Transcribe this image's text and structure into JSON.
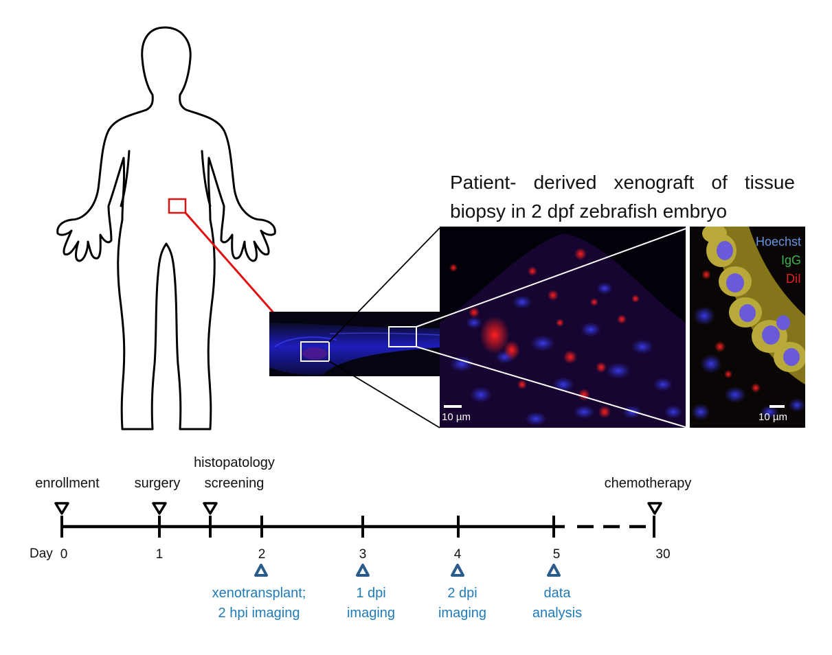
{
  "title": "Patient- derived xenograft of tissue biopsy in 2 dpf zebrafish embryo",
  "colors": {
    "timeline": "#000000",
    "event_marker": "#000000",
    "zebrafish_marker": "#2b5a8c",
    "zebrafish_text": "#1f7ab8",
    "biopsy_box": "#e01010",
    "stain_hoechst": "#5b8ee0",
    "stain_igg": "#3bb54a",
    "stain_dii": "#e02020"
  },
  "stain_legend": [
    "Hoechst",
    "IgG",
    "DiI"
  ],
  "scale_bars": {
    "middle": "10 µm",
    "right": "10 µm"
  },
  "timeline": {
    "day_prefix": "Day",
    "ticks": [
      "0",
      "1",
      "2",
      "3",
      "4",
      "5",
      "30"
    ],
    "events": [
      {
        "label_lines": [
          "enrollment"
        ]
      },
      {
        "label_lines": [
          "surgery"
        ]
      },
      {
        "label_lines": [
          "histopatology",
          "screening"
        ]
      },
      {
        "label_lines": [
          "chemotherapy"
        ]
      }
    ],
    "zebrafish_steps": [
      {
        "label_lines": [
          "xenotransplant;",
          "2 hpi imaging"
        ]
      },
      {
        "label_lines": [
          "1 dpi",
          "imaging"
        ]
      },
      {
        "label_lines": [
          "2 dpi",
          "imaging"
        ]
      },
      {
        "label_lines": [
          "data",
          "analysis"
        ]
      }
    ]
  }
}
